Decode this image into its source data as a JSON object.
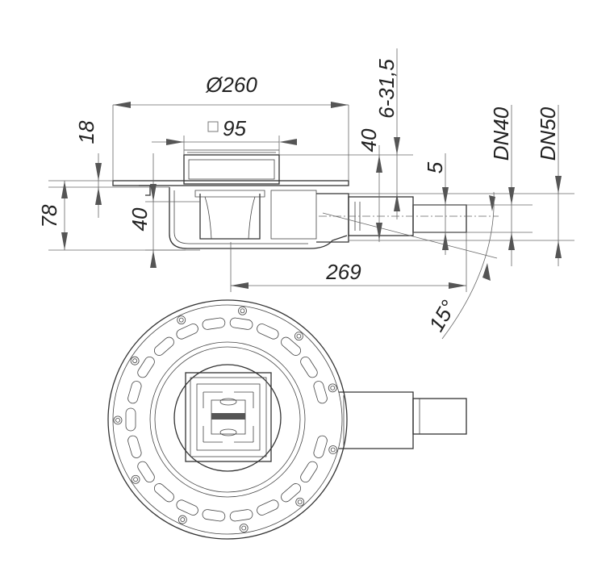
{
  "dimensions": {
    "diameter": "Ø260",
    "grate_prefix": "□",
    "grate": "95",
    "height_18": "18",
    "height_78": "78",
    "height_40_left": "40",
    "height_40_top": "40",
    "range": "6-31,5",
    "offset_5": "5",
    "dn40": "DN40",
    "dn50": "DN50",
    "length": "269",
    "angle": "15°"
  },
  "colors": {
    "line": "#333333",
    "dim_line": "#666666",
    "text": "#222222"
  }
}
